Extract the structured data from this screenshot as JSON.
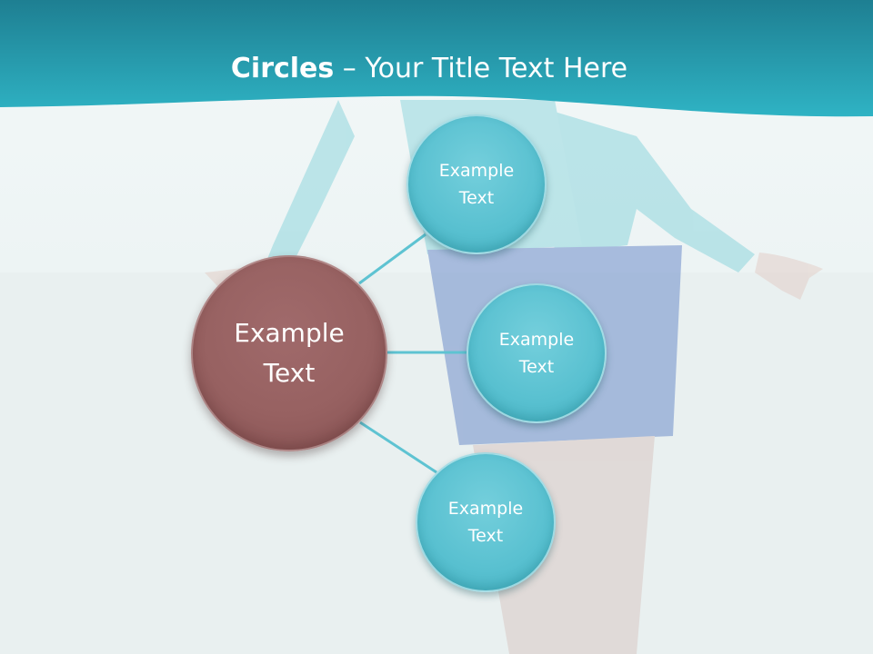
{
  "title": {
    "bold_part": "Circles",
    "rest": " – Your Title Text Here"
  },
  "main_circle": {
    "label": "Example\nText"
  },
  "circles": [
    {
      "label": "Example\nText"
    },
    {
      "label": "Example\nText"
    },
    {
      "label": "Example\nText"
    }
  ],
  "colors": {
    "header_band": "#2a9fb2",
    "main_circle": "#976161",
    "small_circle": "#58c0d0",
    "connector": "#5ec3d2"
  }
}
